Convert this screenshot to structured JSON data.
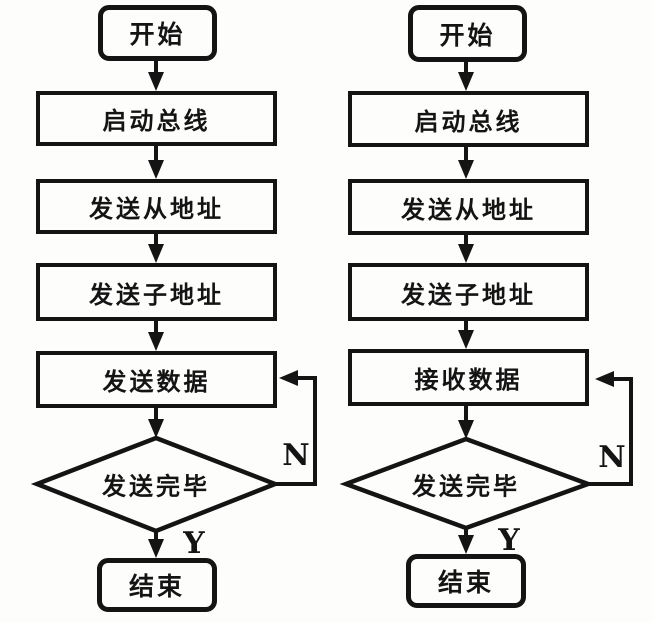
{
  "diagram": {
    "kind": "flowchart-pair",
    "colors": {
      "line": "#141414",
      "text": "#141414",
      "background": "#fdfdfc"
    },
    "charts": [
      {
        "id": "send-routine",
        "nodes": {
          "start": "开始",
          "step1": "启动总线",
          "step2": "发送从地址",
          "step3": "发送子地址",
          "step4": "发送数据",
          "decision": "发送完毕",
          "end": "结束"
        },
        "branch_no": "N",
        "branch_yes": "Y"
      },
      {
        "id": "receive-routine",
        "nodes": {
          "start": "开始",
          "step1": "启动总线",
          "step2": "发送从地址",
          "step3": "发送子地址",
          "step4": "接收数据",
          "decision": "发送完毕",
          "end": "结束"
        },
        "branch_no": "N",
        "branch_yes": "Y"
      }
    ]
  }
}
